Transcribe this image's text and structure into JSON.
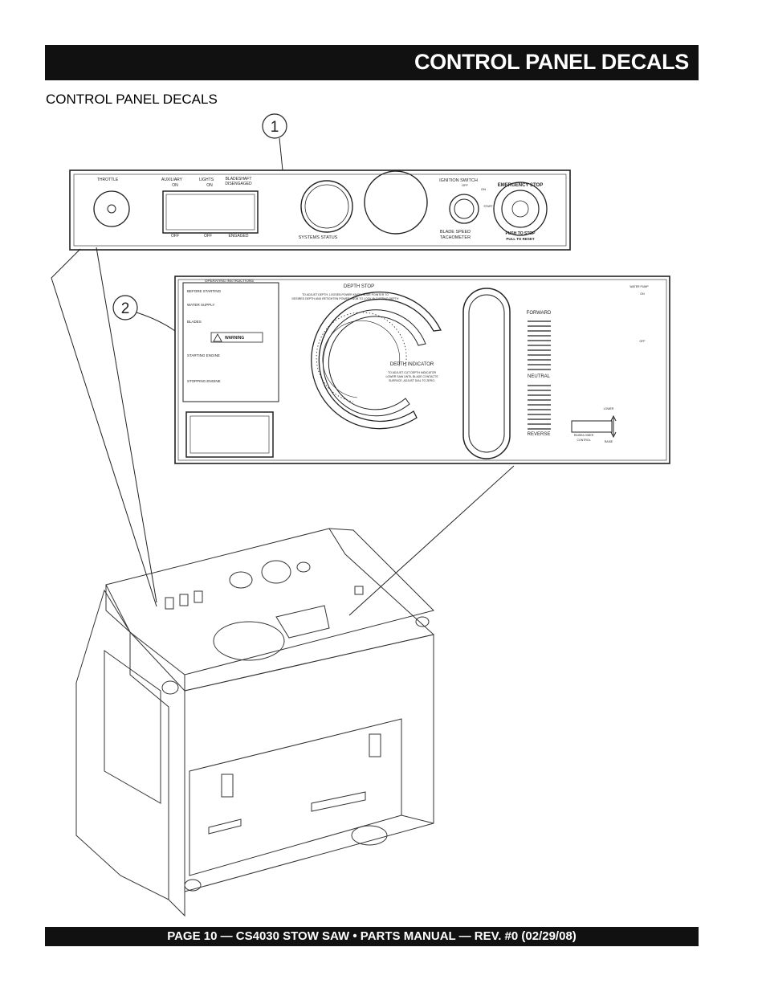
{
  "header": {
    "title": "CONTROL PANEL DECALS"
  },
  "section": {
    "title": "CONTROL PANEL DECALS"
  },
  "callouts": [
    "1",
    "2"
  ],
  "panel1": {
    "throttle": "THROTTLE",
    "auxiliary": "AUXILIARY",
    "lights": "LIGHTS",
    "bladeshaft": "BLADESHAFT",
    "disengaged": "DISENGAGED",
    "on1": "ON",
    "on2": "ON",
    "off1": "OFF",
    "off2": "OFF",
    "engaged": "ENGAGED",
    "systems_status": "SYSTEMS STATUS",
    "ignition_switch": "IGNITION SWITCH",
    "ign_off": "OFF",
    "ign_on": "ON",
    "ign_start": "START",
    "blade_speed": "BLADE SPEED",
    "tachometer": "TACHOMETER",
    "estop_top": "EMERGENCY STOP",
    "estop_bottom": "PUSH TO STOP",
    "estop_bottom2": "PULL TO RESET"
  },
  "panel2": {
    "operating_instructions": "OPERATING INSTRUCTIONS",
    "before_starting": "BEFORE STARTING",
    "water_supply": "WATER SUPPLY",
    "blades": "BLADES",
    "warning": "WARNING",
    "starting_engine": "STARTING ENGINE",
    "stopping_engine": "STOPPING ENGINE",
    "depth_stop": "DEPTH STOP",
    "depth_stop_note1": "TO ADJUST DEPTH, LOOSEN POWER KNOB, SLIDE POINTER TO",
    "depth_stop_note2": "DESIRED DEPTH AND RETIGHTEN POWER KNOB TO LOCK IN CUTTING DEPTH",
    "depth_indicator": "DEPTH INDICATOR",
    "depth_indicator_note1": "TO ADJUST CUT DEPTH INDICATOR",
    "depth_indicator_note2": "LOWER SAW UNTIL BLADE CONTACTS",
    "depth_indicator_note3": "SURFACE. ADJUST DIAL TO ZERO.",
    "forward": "FORWARD",
    "neutral": "NEUTRAL",
    "reverse": "REVERSE",
    "water_pump": "WATER PUMP",
    "wp_on": "ON",
    "wp_off": "OFF",
    "lower": "LOWER",
    "raise": "RAISE",
    "raise_lower_control": "RAISE/LOWER",
    "control": "CONTROL"
  },
  "footer": {
    "text": "PAGE 10 — CS4030 STOW SAW • PARTS MANUAL — REV. #0 (02/29/08)"
  }
}
